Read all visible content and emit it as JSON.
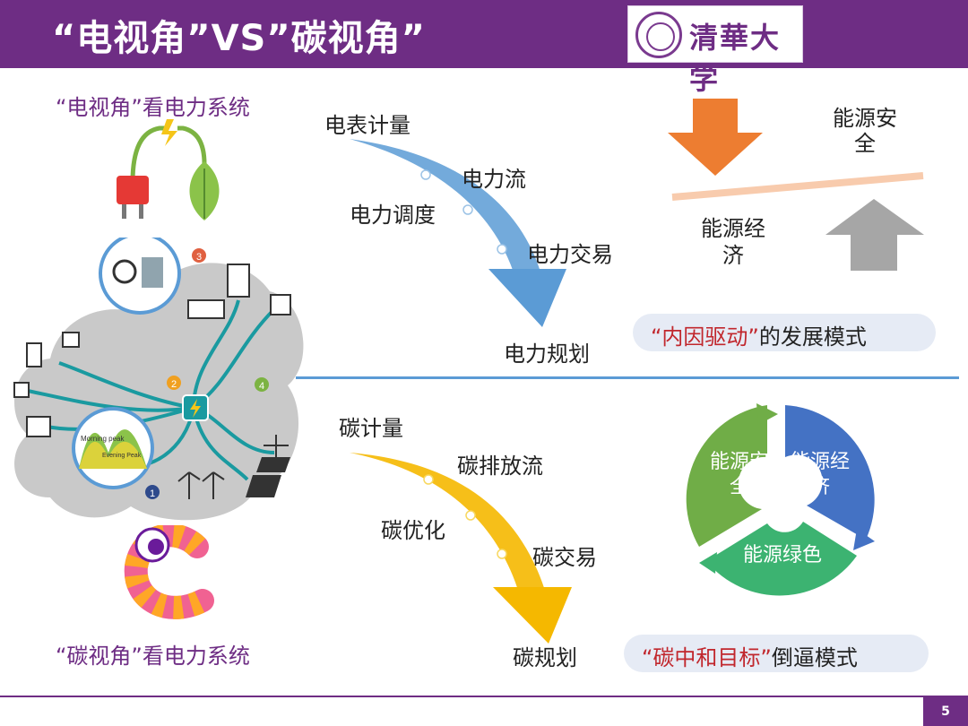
{
  "header": {
    "title": "“电视角”VS”碳视角”",
    "logo_text": "清華大学"
  },
  "left": {
    "top_label": "“电视角”看电力系统",
    "bottom_label": "“碳视角”看电力系统",
    "graph_labels": [
      "Morning peak",
      "Evening Peak"
    ],
    "badges": [
      "1",
      "2",
      "3",
      "4"
    ]
  },
  "top_flow": {
    "start": "电表计量",
    "steps": [
      "电力流",
      "电力调度",
      "电力交易"
    ],
    "end": "电力规划",
    "arrow_color": "#5b9bd5"
  },
  "bottom_flow": {
    "start": "碳计量",
    "steps": [
      "碳排放流",
      "碳优化",
      "碳交易"
    ],
    "end": "碳规划",
    "arrow_color": "#f5b800"
  },
  "balance": {
    "top_right": "能源安全",
    "bottom_left": "能源经济",
    "down_color": "#ed7d31",
    "up_color": "#a6a6a6"
  },
  "pill_top": {
    "highlight": "“内因驱动”",
    "rest": "的发展模式"
  },
  "pill_bottom": {
    "highlight": "“碳中和目标”",
    "rest": "倒逼模式"
  },
  "cycle": {
    "segments": [
      {
        "label": "能源安全",
        "color": "#70ad47"
      },
      {
        "label": "能源经济",
        "color": "#4472c4"
      },
      {
        "label": "能源绿色",
        "color": "#3cb371"
      }
    ]
  },
  "page_number": "5"
}
